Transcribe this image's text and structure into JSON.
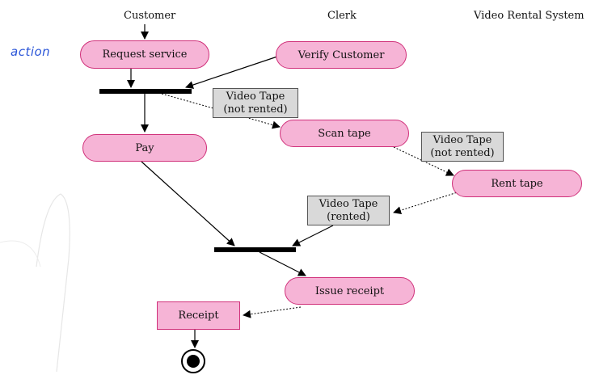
{
  "swimlanes": {
    "customer": "Customer",
    "clerk": "Clerk",
    "system": "Video Rental System"
  },
  "annotation": "action",
  "actions": {
    "request": "Request service",
    "verify": "Verify Customer",
    "pay": "Pay",
    "scan": "Scan tape",
    "rent": "Rent tape",
    "issue": "Issue receipt"
  },
  "objects": {
    "tape_not_rented_1": {
      "line1": "Video Tape",
      "line2": "(not rented)"
    },
    "tape_not_rented_2": {
      "line1": "Video Tape",
      "line2": "(not rented)"
    },
    "tape_rented": {
      "line1": "Video Tape",
      "line2": "(rented)"
    },
    "receipt": "Receipt"
  },
  "colors": {
    "action_fill": "#f6b4d6",
    "action_border": "#d0307a",
    "object_fill": "#d9d9d9",
    "annotation": "#2a55d8"
  }
}
